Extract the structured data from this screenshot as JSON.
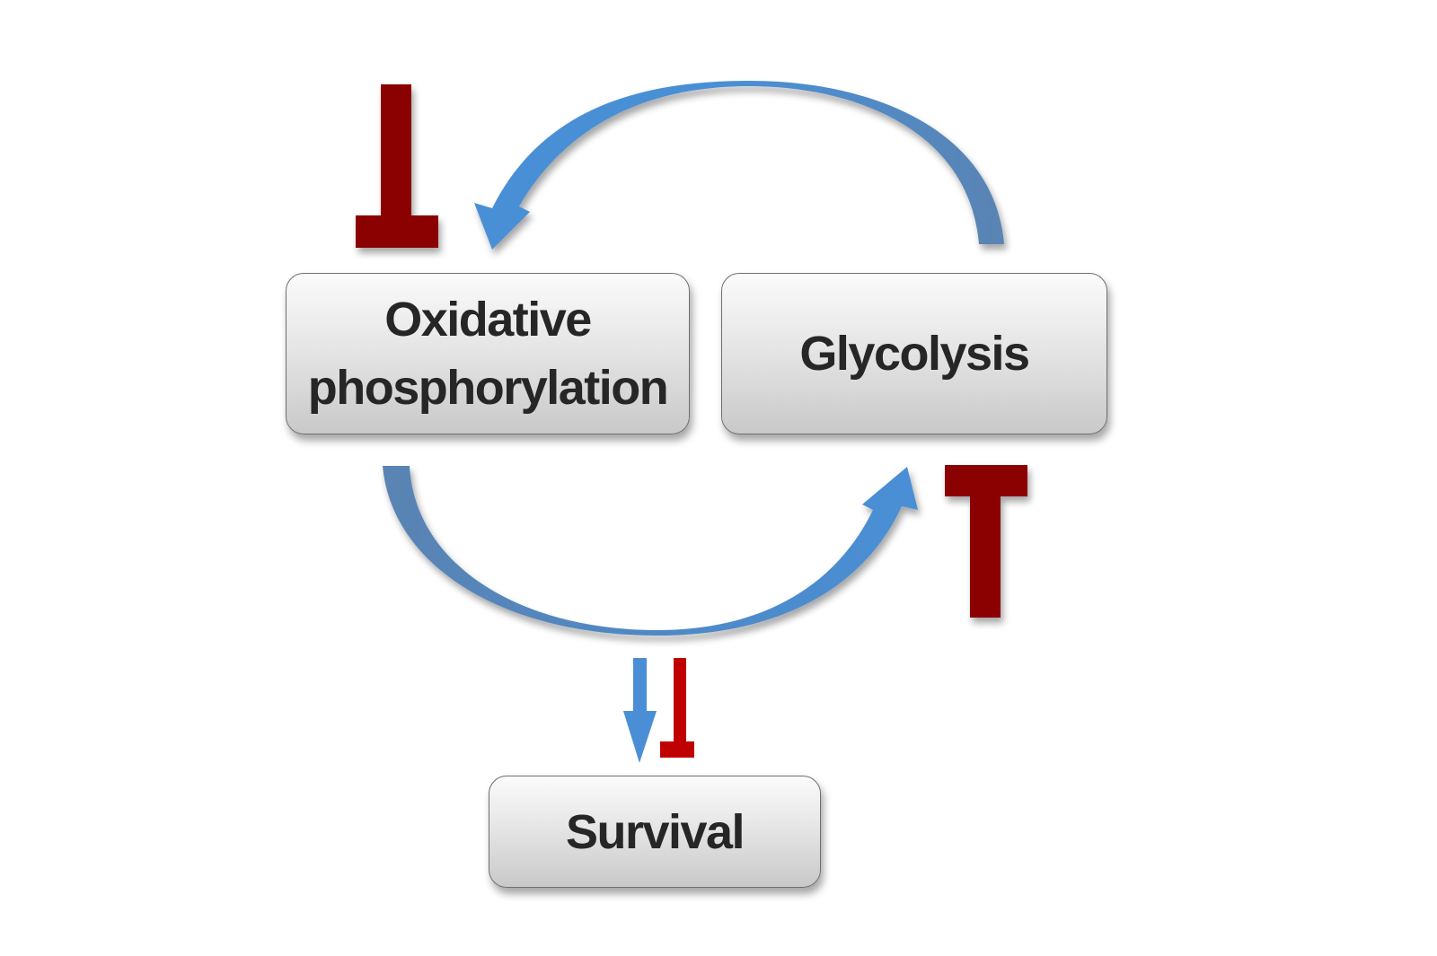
{
  "nodes": {
    "oxphos": {
      "line1": "Oxidative",
      "line2": "phosphorylation"
    },
    "glycolysis": {
      "label": "Glycolysis"
    },
    "survival": {
      "label": "Survival"
    }
  },
  "colors": {
    "activation_blue": "#4a8fd6",
    "activation_blue_dark": "#5a84b3",
    "inhibition_dark_red": "#8b0000",
    "inhibition_red": "#c00000"
  },
  "edges": [
    {
      "from": "glycolysis",
      "to": "oxphos",
      "type": "activation"
    },
    {
      "from": "oxphos",
      "to": "glycolysis",
      "type": "activation"
    },
    {
      "target": "oxphos",
      "type": "inhibition"
    },
    {
      "target": "glycolysis",
      "type": "inhibition"
    },
    {
      "target": "survival",
      "type": "activation"
    },
    {
      "target": "survival",
      "type": "inhibition"
    }
  ]
}
